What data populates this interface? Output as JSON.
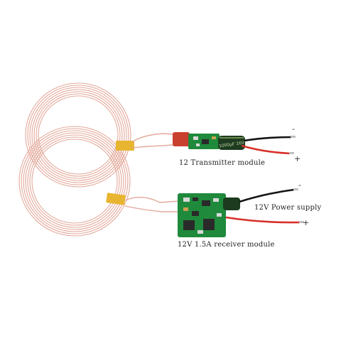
{
  "labels": {
    "transmitter": "12 Transmitter module",
    "power_supply": "12V Power supply",
    "receiver": "12V 1.5A receiver module",
    "tx_minus": "-",
    "tx_plus": "+",
    "rx_minus": "-",
    "rx_plus": "+",
    "capacitor_print": "1000μF 16V"
  },
  "colors": {
    "background": "#ffffff",
    "coil_wire": "#e3a99b",
    "coil_tape": "#e8b530",
    "pcb_green": "#1f8a3c",
    "wire_black": "#141414",
    "wire_red": "#d8302a",
    "capacitor_red": "#c9402e",
    "electrolytic_body": "#1c3b1f"
  }
}
